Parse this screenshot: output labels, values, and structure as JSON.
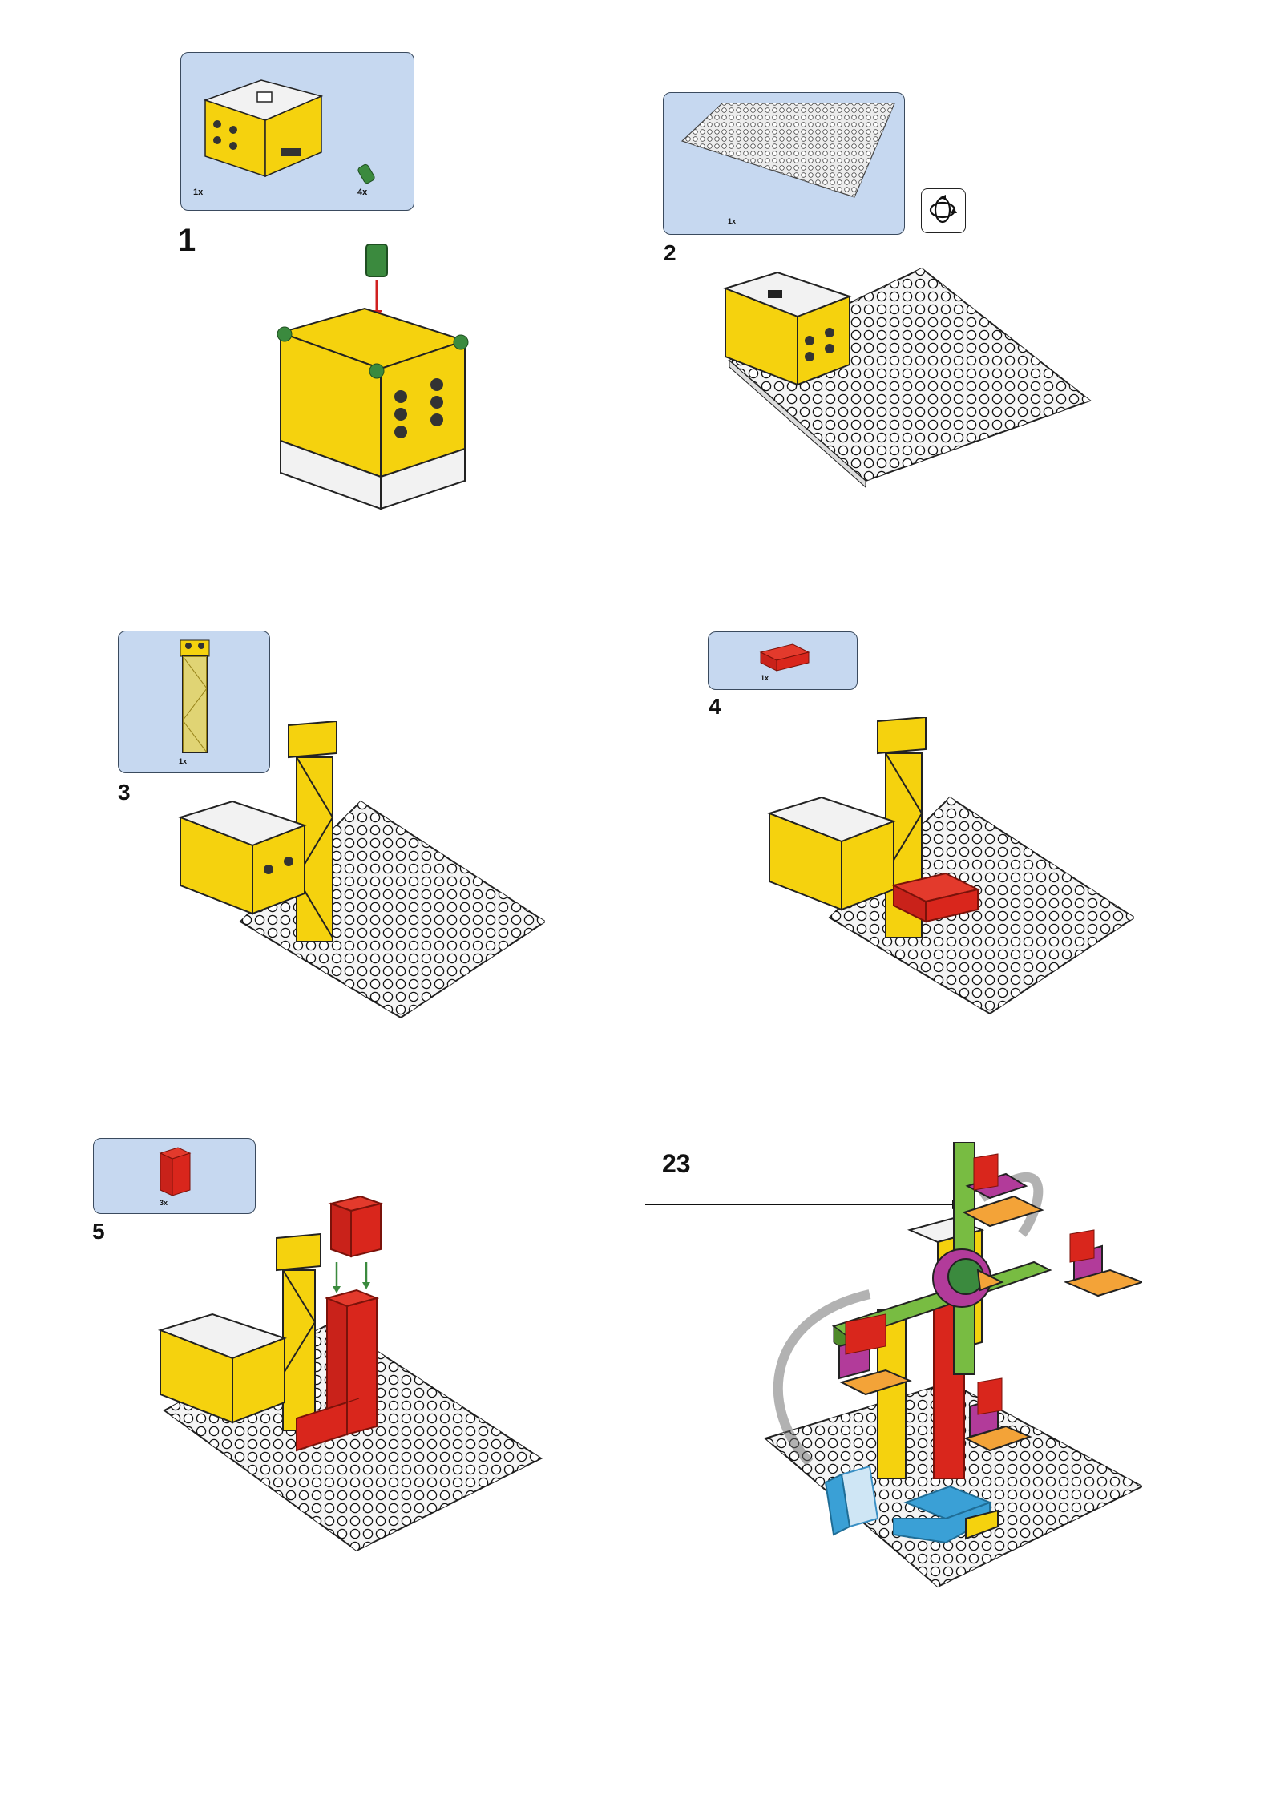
{
  "steps": [
    {
      "number": "1",
      "parts": [
        {
          "qty": "1x",
          "name": "hub"
        },
        {
          "qty": "4x",
          "name": "green-connector-peg"
        }
      ]
    },
    {
      "number": "2",
      "parts": [
        {
          "qty": "1x",
          "name": "white-baseplate"
        }
      ],
      "rotate_icon": "rotate-model-icon"
    },
    {
      "number": "3",
      "parts": [
        {
          "qty": "1x",
          "name": "yellow-lattice-tower"
        }
      ]
    },
    {
      "number": "4",
      "parts": [
        {
          "qty": "1x",
          "name": "red-brick-2x4"
        }
      ]
    },
    {
      "number": "5",
      "parts": [
        {
          "qty": "3x",
          "name": "red-brick-2x2"
        }
      ]
    },
    {
      "number": "23",
      "parts": []
    }
  ],
  "colors": {
    "parts_box_bg": "#c6d8f0",
    "hub_yellow": "#f5d20e",
    "hub_white": "#f2f2f2",
    "connector_green": "#3b8a3e",
    "brick_red": "#d9261c",
    "plate_white": "#ffffff",
    "beam_green": "#78bc42",
    "plate_orange": "#f3a338",
    "plate_magenta": "#b23b9a",
    "tile_blue": "#3aa0d6"
  }
}
